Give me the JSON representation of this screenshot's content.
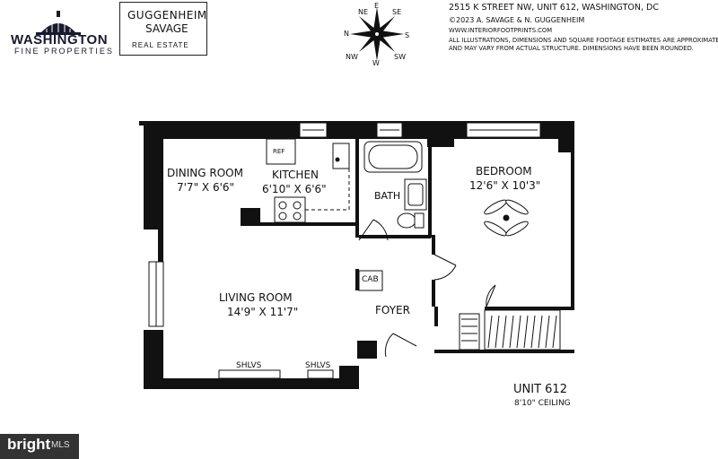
{
  "logos": {
    "washington": {
      "name": "WASHINGTON",
      "sub": "FINE PROPERTIES"
    },
    "guggenheim": {
      "line1": "GUGGENHEIM",
      "line2": "SAVAGE",
      "line3": "REAL ESTATE"
    }
  },
  "compass": {
    "n": "N",
    "ne": "NE",
    "e": "E",
    "se": "SE",
    "s": "S",
    "sw": "SW",
    "w": "W",
    "nw": "NW"
  },
  "info": {
    "address": "2515 K STREET NW, UNIT 612, WASHINGTON, DC",
    "copyright": "©2023 A. SAVAGE & N. GUGGENHEIM",
    "website": "WWW.INTERIORFOOTPRINTS.COM",
    "disclaimer1": "ALL ILLUSTRATIONS, DIMENSIONS AND SQUARE FOOTAGE ESTIMATES ARE APPROXIMATE",
    "disclaimer2": "AND MAY VARY FROM ACTUAL STRUCTURE. DIMENSIONS HAVE BEEN ROUNDED."
  },
  "rooms": {
    "dining": {
      "name": "DINING ROOM",
      "dim": "7'7\" X 6'6\""
    },
    "kitchen": {
      "name": "KITCHEN",
      "dim": "6'10\" X 6'6\""
    },
    "bedroom": {
      "name": "BEDROOM",
      "dim": "12'6\" X 10'3\""
    },
    "living": {
      "name": "LIVING ROOM",
      "dim": "14'9\" X 11'7\""
    },
    "bath": {
      "name": "BATH"
    },
    "foyer": {
      "name": "FOYER"
    },
    "ref": "REF",
    "cab": "CAB",
    "shelves1": "SHLVS",
    "shelves2": "SHLVS"
  },
  "unit": {
    "name": "UNIT 612",
    "ceiling": "8'10\" CEILING"
  },
  "watermark": {
    "brand": "bright",
    "suffix": "MLS"
  }
}
